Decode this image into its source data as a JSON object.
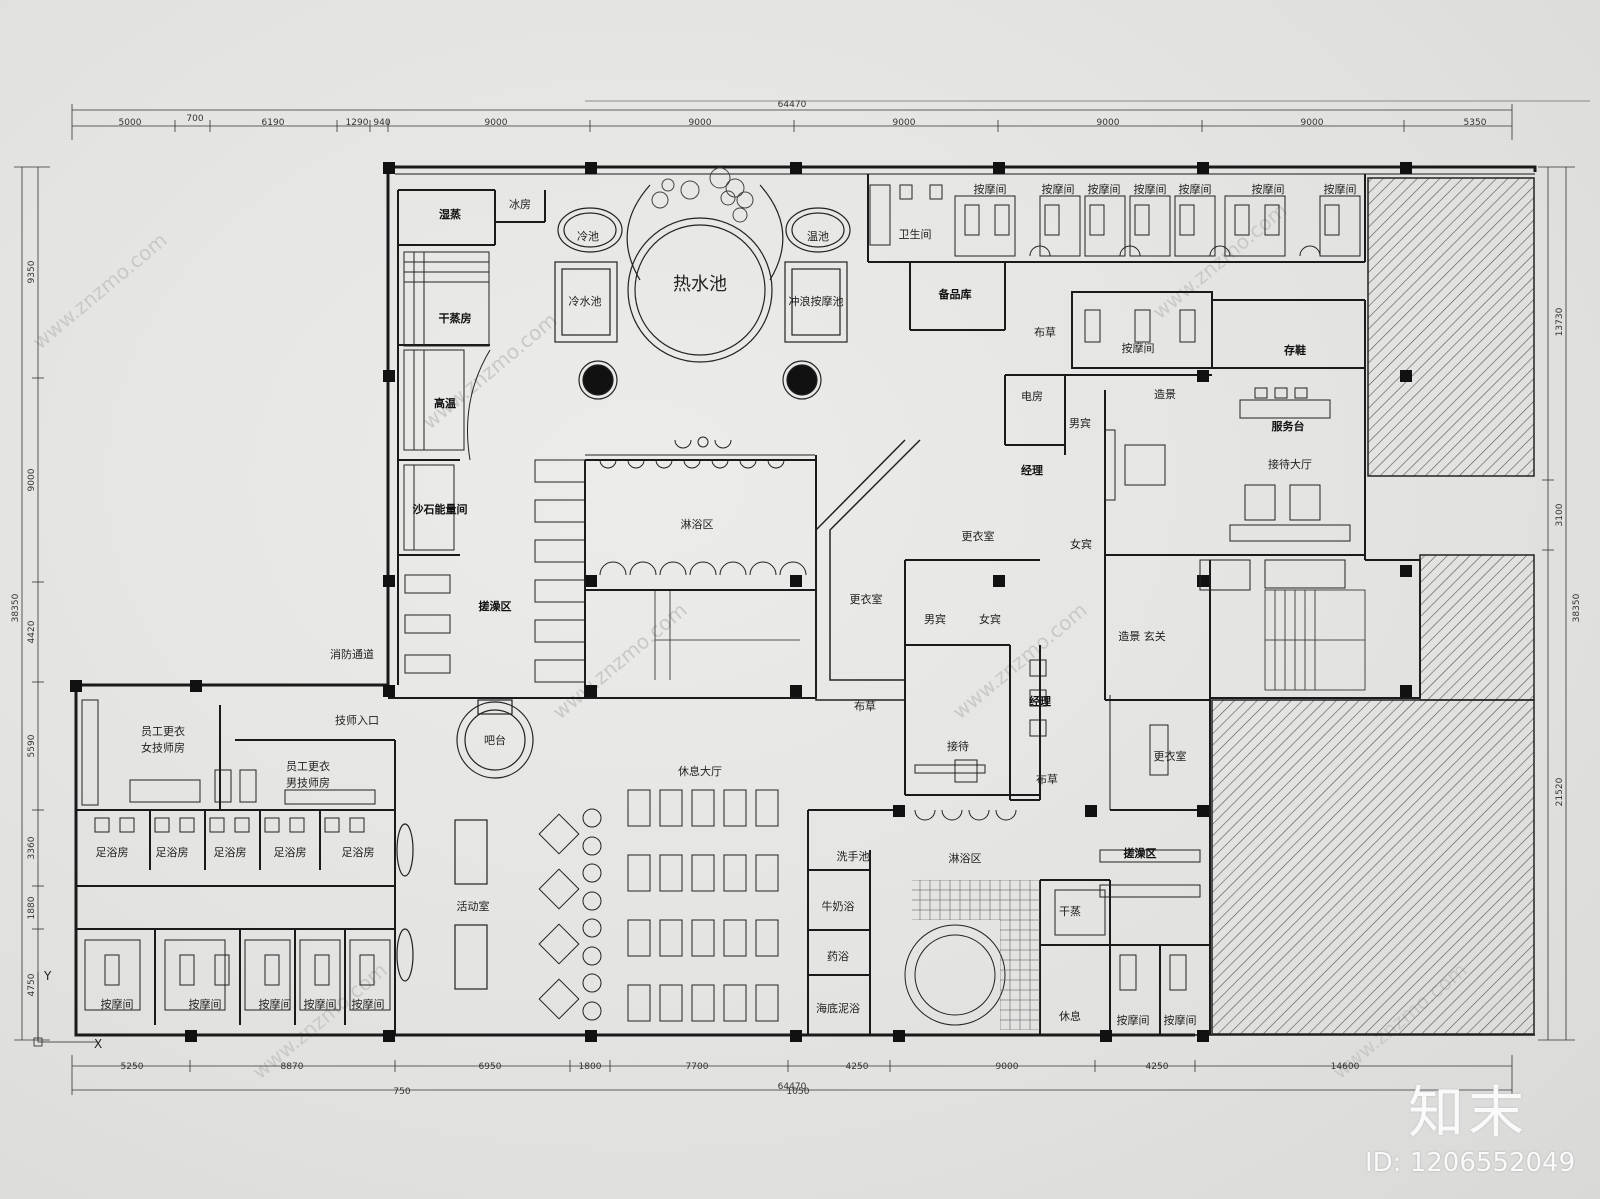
{
  "dimensions": {
    "top_total": "64470",
    "top_segments": [
      "5000",
      "700",
      "6190",
      "1290",
      "940",
      "9000",
      "9000",
      "9000",
      "9000",
      "9000",
      "5350"
    ],
    "bottom_total": "64470",
    "bottom_segments": [
      "5250",
      "8870",
      "6950",
      "1800",
      "7700",
      "4250",
      "9000",
      "4250",
      "14600"
    ],
    "bottom_small_a": "750",
    "bottom_small_b": "1050",
    "left_total": "38350",
    "left_segments": [
      "9350",
      "9000",
      "4420",
      "5590",
      "3360",
      "1880",
      "4750"
    ],
    "right_total": "38350",
    "right_segments": [
      "13730",
      "3100",
      "21520"
    ]
  },
  "rooms": {
    "wet_steam": "湿蒸",
    "ice_room": "冰房",
    "dry_steam": "干蒸房",
    "high_temp": "高温",
    "sand_energy": "沙石能量间",
    "rub_area": "搓澡区",
    "hot_pool": "热水池",
    "cold_pool": "冷水池",
    "bubble_pool": "冲浪按摩池",
    "cold_plunge": "冷池",
    "warm_plunge": "温池",
    "shower_area": "淋浴区",
    "fire_passage": "消防通道",
    "tech_entrance": "技师入口",
    "bar": "吧台",
    "rest_hall": "休息大厅",
    "activity_room": "活动室",
    "staff_f": "员工更衣\n女技师房",
    "staff_m": "员工更衣\n男技师房",
    "foot_bath": "足浴房",
    "massage": "按摩间",
    "toilet": "卫生间",
    "storage": "备品库",
    "linen": "布草",
    "shoe_store": "存鞋",
    "landscape": "造景",
    "service_desk": "服务台",
    "elec_room": "电房",
    "manager": "经理",
    "reception_hall": "接待大厅",
    "male": "男宾",
    "female": "女宾",
    "locker": "更衣室",
    "landscape_porch": "造景 玄关",
    "reception": "接待",
    "dry_steam_small": "干蒸",
    "wash_basin": "洗手池",
    "milk_bath": "牛奶浴",
    "herbal_bath": "药浴",
    "seaweed_bath": "海底泥浴",
    "rest": "休息"
  },
  "watermark": "www.znzmo.com",
  "logo": "知末",
  "image_id": "ID: 1206552049"
}
